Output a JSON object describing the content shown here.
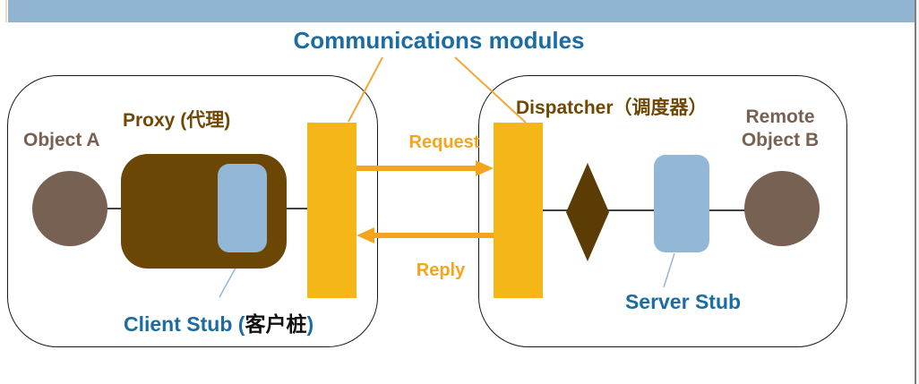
{
  "title": "Communications modules",
  "left_system": {
    "object_a": "Object A",
    "proxy": "Proxy (代理)",
    "client_stub_en": "Client Stub (",
    "client_stub_zh": "客户桩",
    "client_stub_close": ")"
  },
  "right_system": {
    "dispatcher": "Dispatcher（调度器）",
    "remote_line1": "Remote",
    "remote_line2": "Object B",
    "server_stub": "Server Stub"
  },
  "messages": {
    "request": "Request",
    "reply": "Reply"
  },
  "colors": {
    "top-bar": "#92B4D3",
    "title-blue": "#1A6CA3",
    "label-brown": "#6F4806",
    "taupe": "#766152",
    "module-yellow": "#F5B717",
    "arrow-orange": "#F5A51D",
    "leader-orange": "#F2A73B",
    "proxy-brown": "#6B4605",
    "diamond-brown": "#5C3C05",
    "stub-blue": "#93B7D6"
  }
}
